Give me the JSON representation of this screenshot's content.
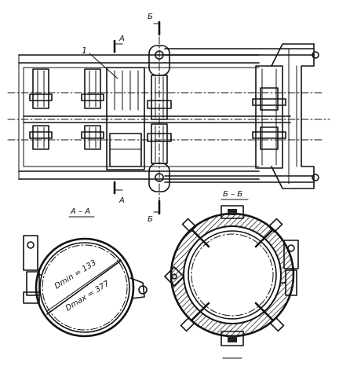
{
  "labels": {
    "part_number": "1",
    "section_a_top": "А",
    "section_a_bottom": "А",
    "section_b_top": "Б",
    "section_b_bottom": "Б",
    "section_a_title": "А – А",
    "section_b_title": "Б – Б",
    "dmin": "Dmin = 133",
    "dmax": "Dmax = 377"
  }
}
